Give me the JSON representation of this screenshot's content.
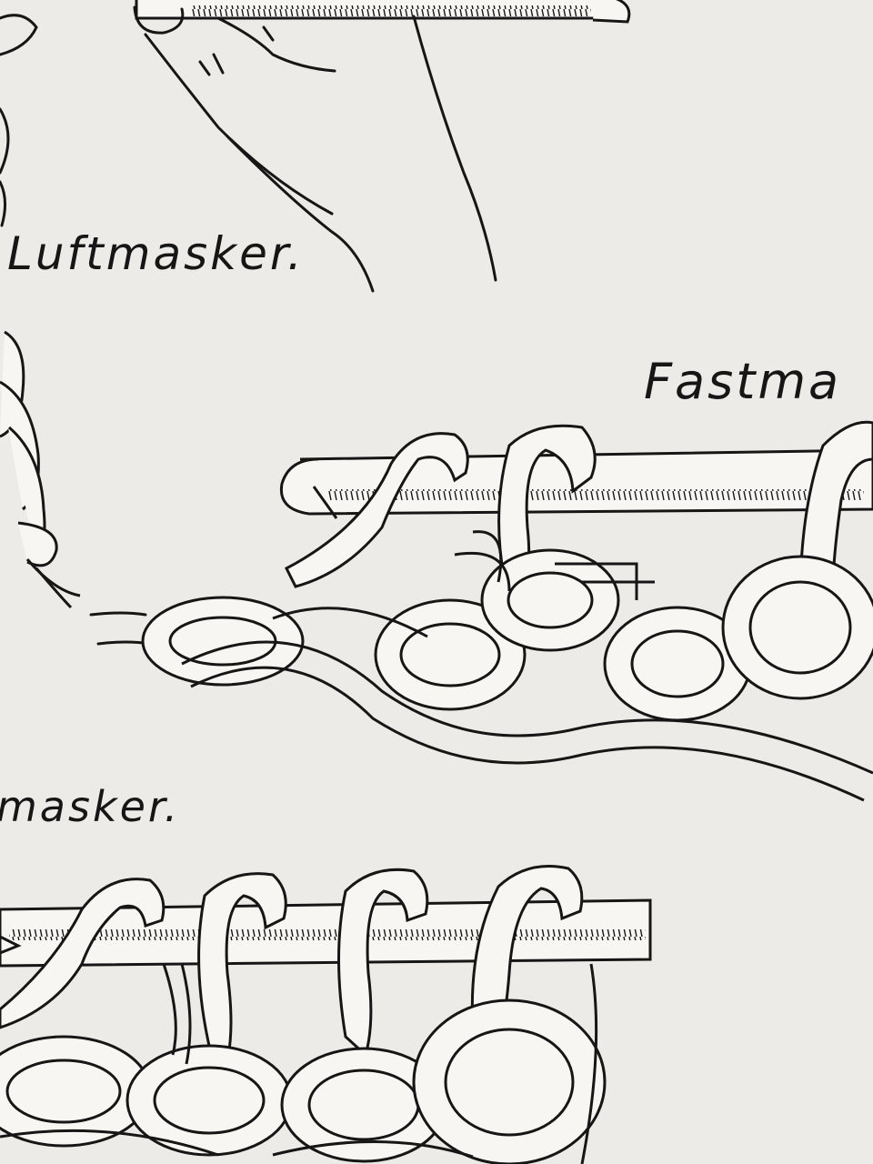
{
  "labels": {
    "luftmasker": "Luftmasker.",
    "fastmasker": "Fastma",
    "masker": "masker."
  },
  "colors": {
    "paper": "#ecebe7",
    "ink": "#161616",
    "yarn_fill": "#f7f6f2"
  },
  "icons": [
    "hand-icon",
    "crochet-hook-icon",
    "yarn-loop-icon",
    "chain-stitch-icon"
  ]
}
